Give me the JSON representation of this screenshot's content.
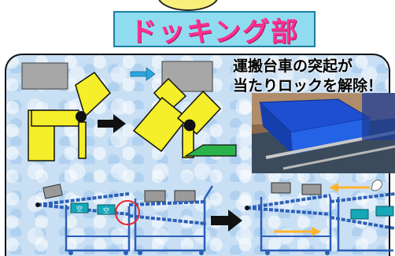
{
  "title": "ドッキング部",
  "caption": {
    "line1": "運搬台車の突起が",
    "line2": "当たりロックを解除！"
  },
  "cart_labels": [
    "空",
    "空"
  ],
  "colors": {
    "title_text": "#ff2f8e",
    "title_bg": "#8fdcf0",
    "panel_bg": "#c9dff4",
    "lever": "#f4ef2a",
    "cart_frame": "#2b5fb8",
    "box_gray": "#9a9a9a",
    "arrow_orange": "#ffb42e",
    "arrow_cyan": "#2aa6e0",
    "highlight_circle": "#e8272b",
    "projection_green": "#2bb24a"
  },
  "icons": [
    "lock-mechanism-illustration",
    "photo-blue-cart",
    "flow-right-arrow"
  ]
}
